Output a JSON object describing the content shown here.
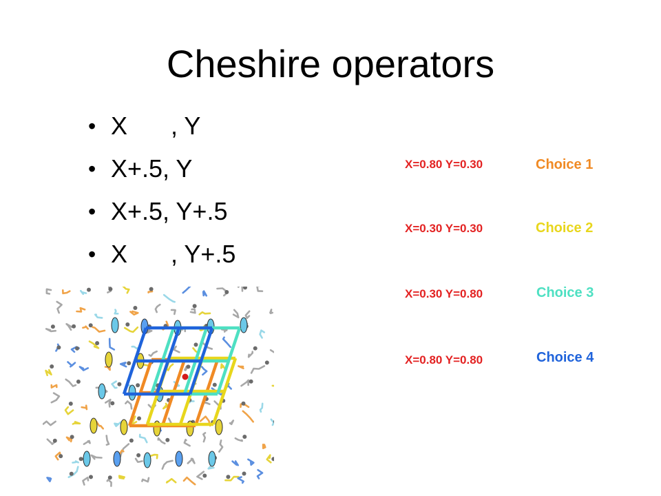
{
  "slide": {
    "title": "Cheshire operators",
    "bullets": [
      {
        "marker": "•",
        "x": "X",
        "rest": ", Y",
        "spaced": true
      },
      {
        "marker": "•",
        "x": "",
        "rest": "X+.5, Y",
        "spaced": false
      },
      {
        "marker": "•",
        "x": "",
        "rest": "X+.5, Y+.5",
        "spaced": false
      },
      {
        "marker": "•",
        "x": "X",
        "rest": ", Y+.5",
        "spaced": true
      }
    ],
    "positions": [
      {
        "coords": "X=0.80 Y=0.30",
        "choice": "Choice 1",
        "color": "#f08a24"
      },
      {
        "coords": "X=0.30 Y=0.30",
        "choice": "Choice 2",
        "color": "#e8d61c"
      },
      {
        "coords": "X=0.30 Y=0.80",
        "choice": "Choice 3",
        "color": "#4ee0c2"
      },
      {
        "coords": "X=0.80 Y=0.80",
        "choice": "Choice 4",
        "color": "#1f63db"
      }
    ],
    "coord_color": "#e32222",
    "origin_dot_color": "#d41a1a"
  }
}
